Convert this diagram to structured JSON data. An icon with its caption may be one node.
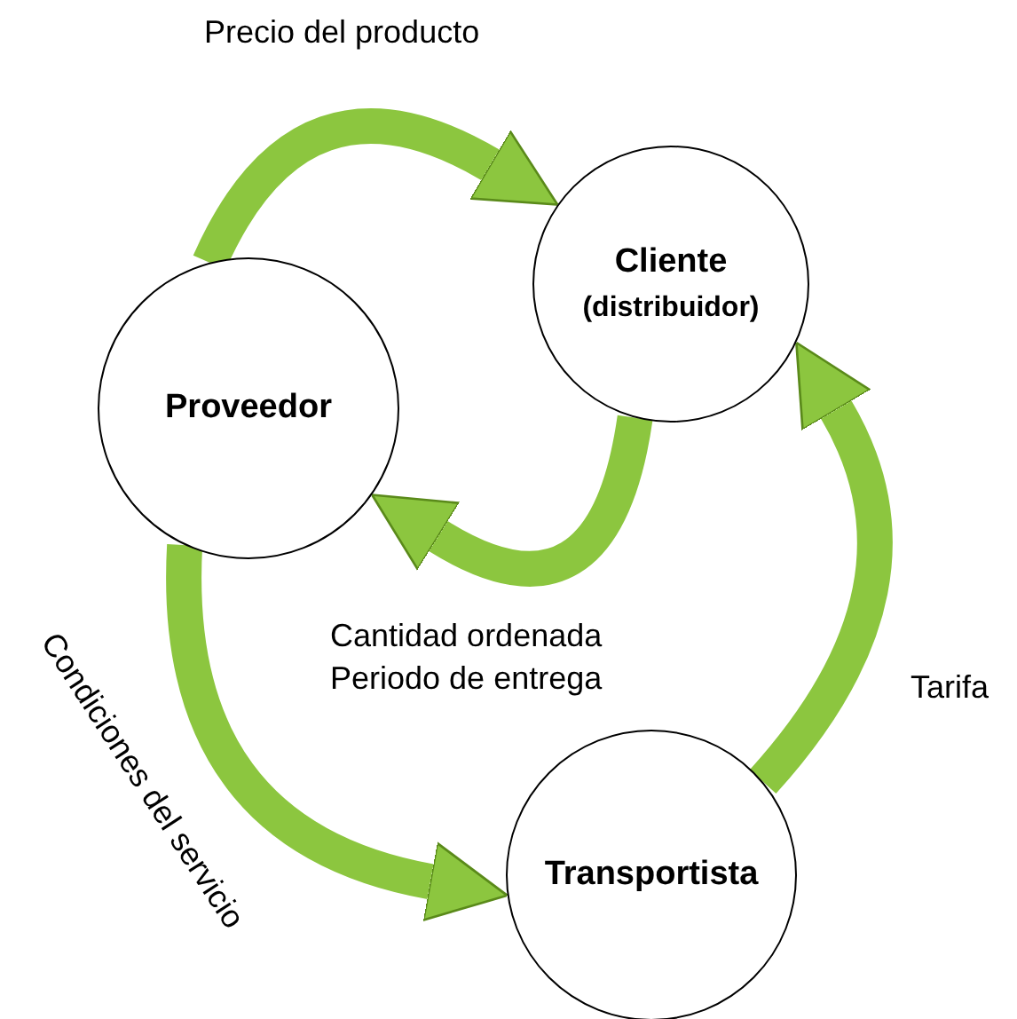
{
  "diagram": {
    "nodes": [
      {
        "text": [
          "Proveedor"
        ]
      },
      {
        "text": [
          "Cliente",
          "(distribuidor)"
        ]
      },
      {
        "text": [
          "Transportista"
        ]
      }
    ],
    "edges": [
      {
        "from": 0,
        "to": 1,
        "arrow": "to",
        "label": "Precio del producto"
      },
      {
        "from": 1,
        "to": 0,
        "arrow": "to",
        "label": "Cantidad ordenada Periodo de entrega"
      },
      {
        "from": 2,
        "to": 1,
        "arrow": "to",
        "label": "Tarifa"
      },
      {
        "from": 0,
        "to": 2,
        "arrow": "to",
        "label": "Condiciones del servicio"
      }
    ]
  }
}
